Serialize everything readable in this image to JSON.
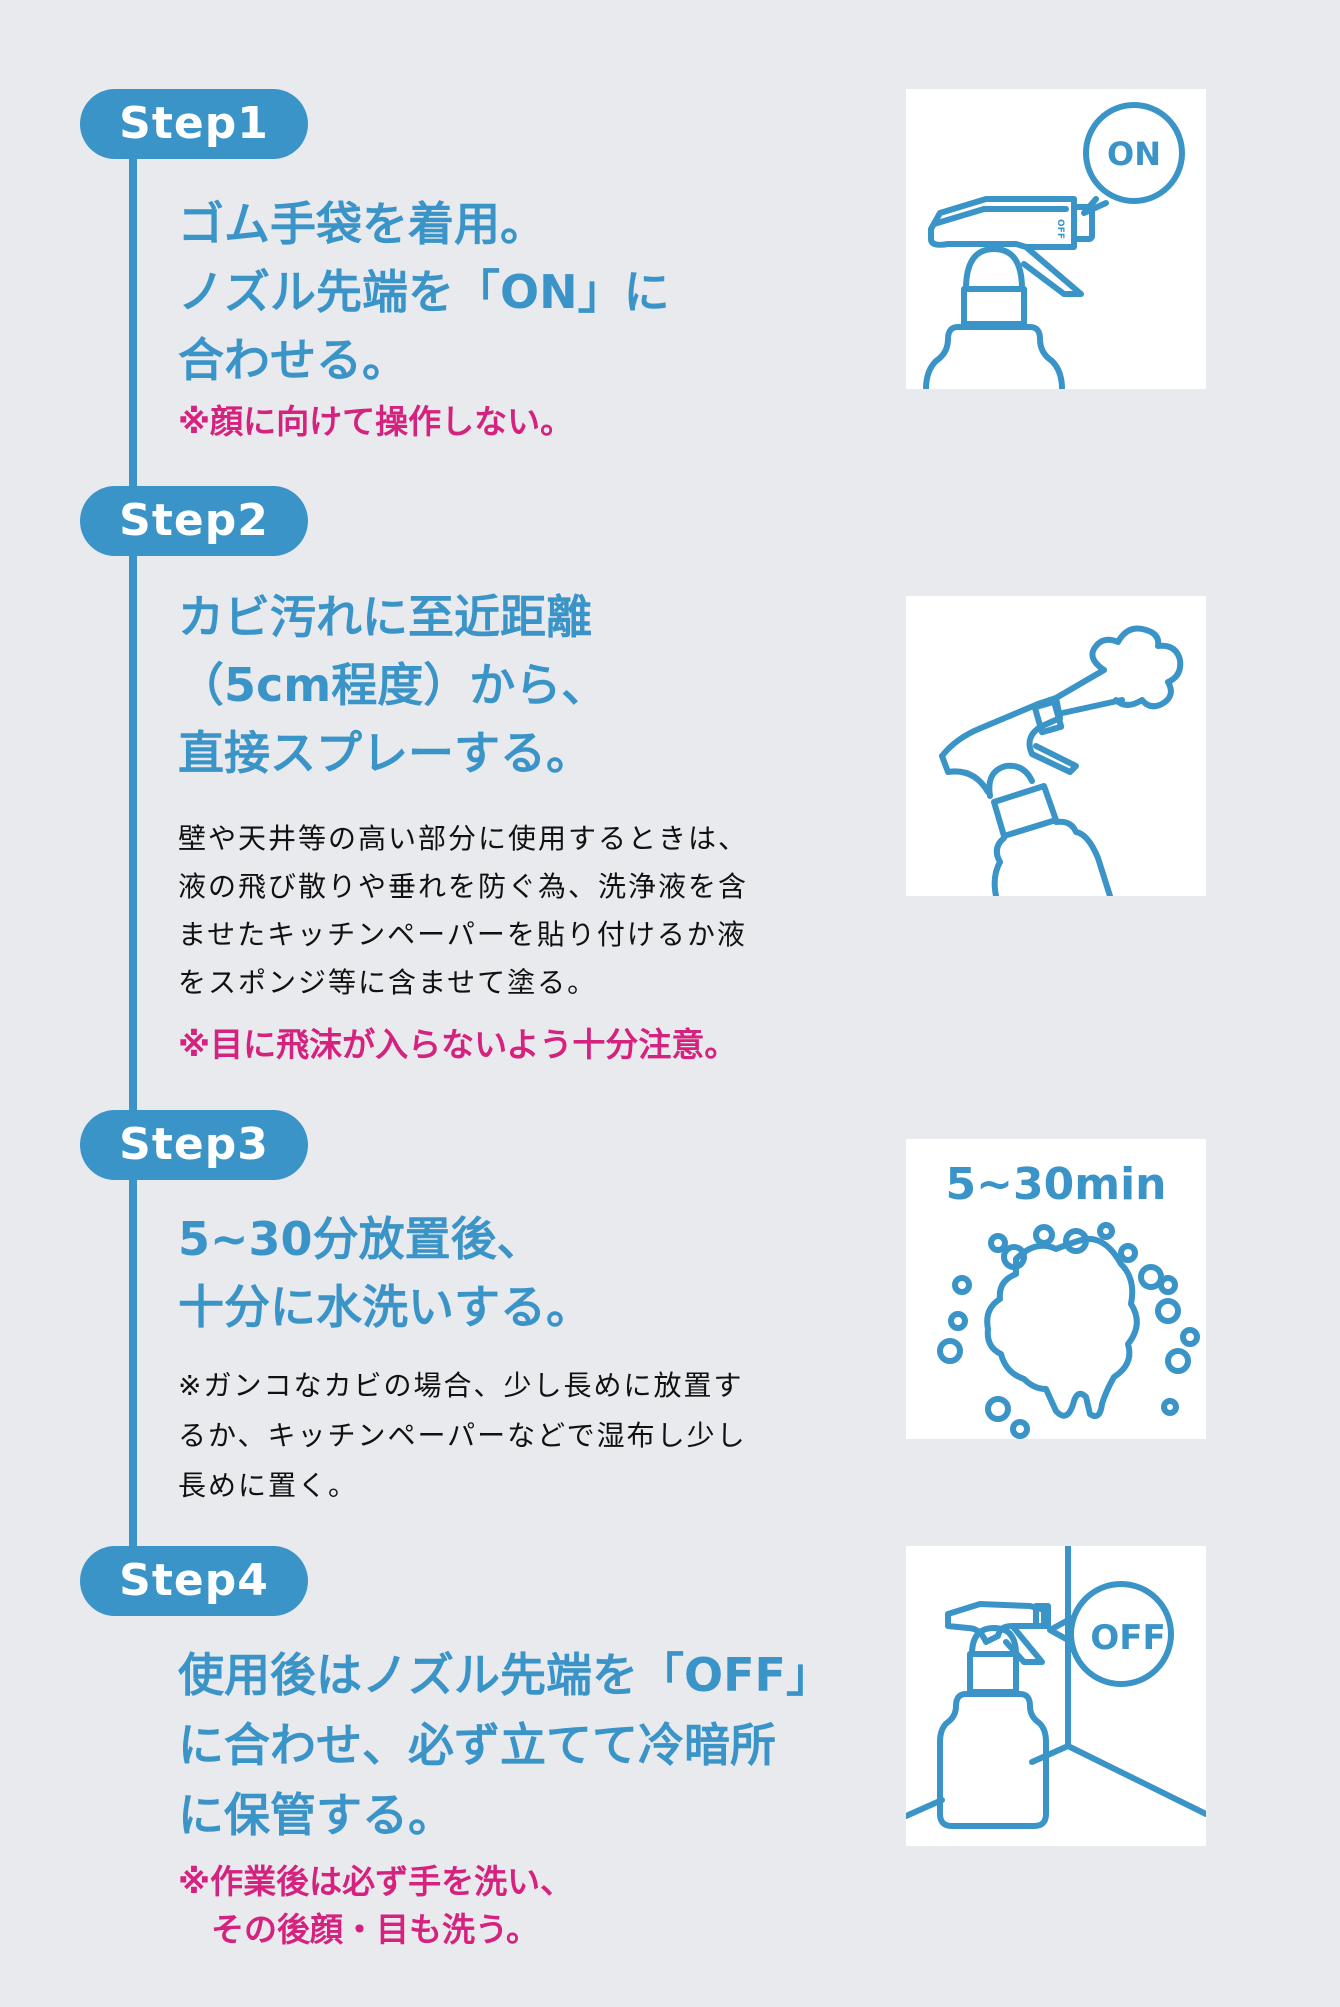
{
  "colors": {
    "background": "#E9EAEE",
    "accent_blue": "#3A94C8",
    "warning_pink": "#D6227F",
    "body_text": "#111111"
  },
  "steps": [
    {
      "label": "Step1",
      "heading": [
        "ゴム手袋を着用。",
        "ノズル先端を「ON」に",
        "合わせる。"
      ],
      "warning": [
        "※顔に向けて操作しない。"
      ],
      "body": [],
      "illustration": {
        "icon": "spray-bottle-on-icon",
        "bubble_text": "ON",
        "nozzle_label": "OFF"
      }
    },
    {
      "label": "Step2",
      "heading": [
        "カビ汚れに至近距離",
        "（5cm程度）から、",
        "直接スプレーする。"
      ],
      "body": [
        "壁や天井等の高い部分に使用するときは、",
        "液の飛び散りや垂れを防ぐ為、洗浄液を含",
        "ませたキッチンペーパーを貼り付けるか液",
        "をスポンジ等に含ませて塗る。"
      ],
      "warning": [
        "※目に飛沫が入らないよう十分注意。"
      ],
      "illustration": {
        "icon": "spray-bottle-spraying-icon"
      }
    },
    {
      "label": "Step3",
      "heading": [
        "5~30分放置後、",
        "十分に水洗いする。"
      ],
      "body": [
        "※ガンコなカビの場合、少し長めに放置す",
        "るか、キッチンペーパーなどで湿布し少し",
        "長めに置く。"
      ],
      "warning": [],
      "illustration": {
        "icon": "mold-timer-icon",
        "time_text": "5~30min"
      }
    },
    {
      "label": "Step4",
      "heading": [
        "使用後はノズル先端を「OFF」",
        "に合わせ、必ず立てて冷暗所",
        "に保管する。"
      ],
      "body": [],
      "warning": [
        "※作業後は必ず手を洗い、",
        "　その後顔・目も洗う。"
      ],
      "illustration": {
        "icon": "spray-bottle-off-corner-icon",
        "bubble_text": "OFF"
      }
    }
  ]
}
